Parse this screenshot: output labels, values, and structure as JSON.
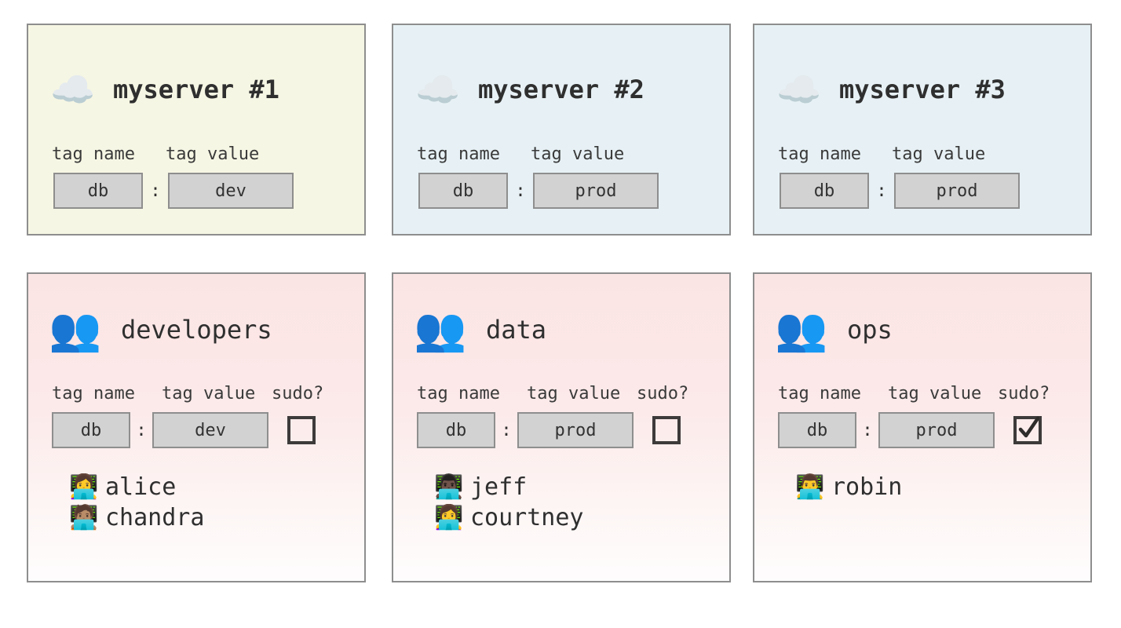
{
  "servers": [
    {
      "icon": "cloud-icon",
      "icon_glyph": "☁️",
      "name": "myserver #1",
      "tag_name_header": "tag name",
      "tag_value_header": "tag value",
      "tag_name": "db",
      "separator": ":",
      "tag_value": "dev",
      "bg_color": "#f6f6e4",
      "border_color": "#8e8e8e"
    },
    {
      "icon": "cloud-icon",
      "icon_glyph": "☁️",
      "name": "myserver #2",
      "tag_name_header": "tag name",
      "tag_value_header": "tag value",
      "tag_name": "db",
      "separator": ":",
      "tag_value": "prod",
      "bg_color": "#e7f1f5",
      "border_color": "#8e8e8e"
    },
    {
      "icon": "cloud-icon",
      "icon_glyph": "☁️",
      "name": "myserver #3",
      "tag_name_header": "tag name",
      "tag_value_header": "tag value",
      "tag_name": "db",
      "separator": ":",
      "tag_value": "prod",
      "bg_color": "#e7f1f5",
      "border_color": "#8e8e8e"
    }
  ],
  "groups": [
    {
      "icon": "busts-in-silhouette-icon",
      "icon_glyph": "👥",
      "name": "developers",
      "tag_name_header": "tag name",
      "tag_value_header": "tag value",
      "sudo_header": "sudo?",
      "tag_name": "db",
      "separator": ":",
      "tag_value": "dev",
      "sudo": false,
      "bg_color": "#fbe4e4",
      "border_color": "#8e8e8e",
      "members": [
        {
          "emoji": "👩‍💻",
          "name": "alice"
        },
        {
          "emoji": "🧑🏽‍💻",
          "name": "chandra"
        }
      ]
    },
    {
      "icon": "busts-in-silhouette-icon",
      "icon_glyph": "👥",
      "name": "data",
      "tag_name_header": "tag name",
      "tag_value_header": "tag value",
      "sudo_header": "sudo?",
      "tag_name": "db",
      "separator": ":",
      "tag_value": "prod",
      "sudo": false,
      "bg_color": "#fbe4e4",
      "border_color": "#8e8e8e",
      "members": [
        {
          "emoji": "👨🏿‍💻",
          "name": "jeff"
        },
        {
          "emoji": "👩‍💻",
          "name": "courtney"
        }
      ]
    },
    {
      "icon": "busts-in-silhouette-icon",
      "icon_glyph": "👥",
      "name": "ops",
      "tag_name_header": "tag name",
      "tag_value_header": "tag value",
      "sudo_header": "sudo?",
      "tag_name": "db",
      "separator": ":",
      "tag_value": "prod",
      "sudo": true,
      "bg_color": "#fbe4e4",
      "border_color": "#8e8e8e",
      "members": [
        {
          "emoji": "👨‍💻",
          "name": "robin"
        }
      ]
    }
  ],
  "theme": {
    "page_bg": "#ffffff",
    "tag_box_bg": "#d2d2d2",
    "tag_box_border": "#8e8e8e",
    "text_color": "#2f2f2f",
    "checkbox_color": "#3d3a3a"
  }
}
